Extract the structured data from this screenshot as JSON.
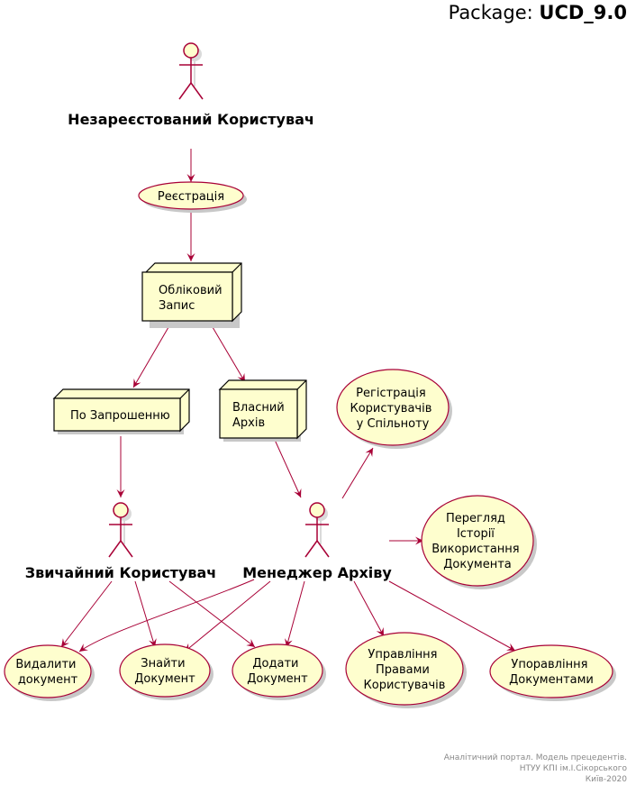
{
  "title": {
    "prefix": "Package: ",
    "name": "UCD_9.0"
  },
  "actors": {
    "unregistered": "Незареєстований Користувач",
    "regular": "Звичайний Користувач",
    "manager": "Менеджер Архіву"
  },
  "use_cases": {
    "registration": [
      "Реєстрація"
    ],
    "register_users": [
      "Регістрація",
      "Користувачів",
      "у Спільноту"
    ],
    "view_history": [
      "Перегляд",
      "Історії",
      "Використання",
      "Документа"
    ],
    "delete_doc": [
      "Видалити",
      "документ"
    ],
    "find_doc": [
      "Знайти",
      "Документ"
    ],
    "add_doc": [
      "Додати",
      "Документ"
    ],
    "manage_rights": [
      "Управління",
      "Правами",
      "Користувачів"
    ],
    "manage_docs": [
      "Упоравління",
      "Документами"
    ]
  },
  "nodes": {
    "account": [
      "Обліковий",
      "Запис"
    ],
    "invite": [
      "По Запрошенню"
    ],
    "own_archive": [
      "Власний",
      "Архів"
    ]
  },
  "footer": [
    "Аналітичний портал. Модель прецедентів.",
    "НТУУ КПІ ім.І.Сікорського",
    "Київ-2020"
  ],
  "colors": {
    "fill": "#FEFECE",
    "stroke": "#A80036",
    "footer_text": "#888888"
  }
}
